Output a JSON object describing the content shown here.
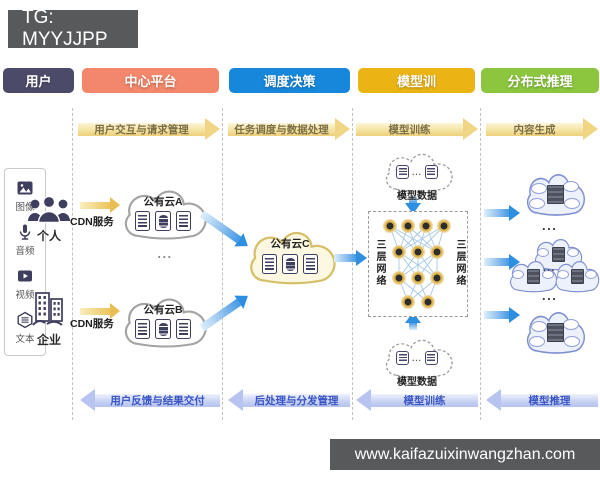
{
  "overlay": {
    "tg": "TG: MYYJJPP",
    "site": "www.kaifazuixinwangzhan.com"
  },
  "columns": [
    {
      "label": "用户",
      "color": "#4B4B69"
    },
    {
      "label": "中心平台",
      "color": "#F2876B"
    },
    {
      "label": "调度决策",
      "color": "#1787DB"
    },
    {
      "label": "模型训",
      "color": "#EAB415"
    },
    {
      "label": "分布式推理",
      "color": "#8CC63F"
    }
  ],
  "top_arrows": [
    "用户交互与请求管理",
    "任务调度与数据处理",
    "模型训练",
    "内容生成"
  ],
  "bottom_arrows": [
    "用户反馈与结果交付",
    "后处理与分发管理",
    "模型训练",
    "模型推理"
  ],
  "user_column": {
    "data_types": [
      {
        "icon": "image-icon",
        "label": "图像"
      },
      {
        "icon": "audio-icon",
        "label": "音频"
      },
      {
        "icon": "video-icon",
        "label": "视频"
      },
      {
        "icon": "text-icon",
        "label": "文本"
      }
    ],
    "actors": [
      {
        "icon": "people-icon",
        "label": "个人"
      },
      {
        "icon": "building-icon",
        "label": "企业"
      }
    ],
    "cdn_label": "CDN服务"
  },
  "clouds": {
    "a": "公有云A",
    "b": "公有云B",
    "c": "公有云C"
  },
  "model": {
    "data_label": "模型数据",
    "network_label": "三层网络"
  },
  "ellipsis": "...",
  "palette": {
    "dark_bar": "#58595B",
    "flow_arrow_blue": "#2E8EE0",
    "top_arrow_gold": "#EFD584",
    "bottom_arrow_blue": "#B7C4F0",
    "icon_navy": "#3E3E5E",
    "cloud_c_fill": "#FDF8E2",
    "inference_cloud_stroke": "#7E8FD0"
  }
}
